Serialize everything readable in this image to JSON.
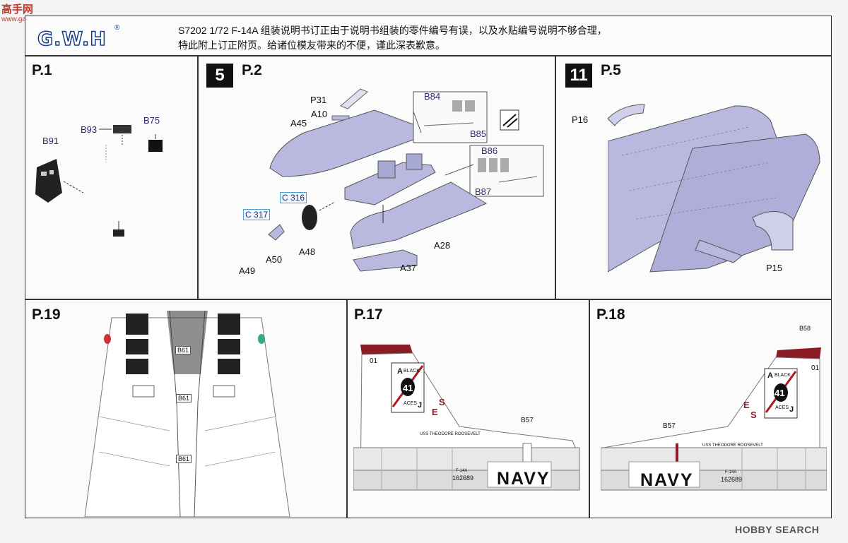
{
  "watermarks": {
    "top_brand": "高手网",
    "top_url": "www.gaoshou.com",
    "bottom_brand": "HOBBY SEARCH"
  },
  "logo": {
    "text": "G.W.H",
    "registered": "®"
  },
  "header": {
    "line1": "S7202 1/72 F-14A 组装说明书订正由于说明书组装的零件编号有误，以及水贴编号说明不够合理，",
    "line2": "特此附上订正附页。给诸位模友带来的不便，谨此深表歉意。"
  },
  "panels": {
    "p1": {
      "label": "P.1",
      "parts": [
        "B91",
        "B93",
        "B75"
      ]
    },
    "p2": {
      "label": "P.2",
      "step": "5",
      "parts": {
        "p31": "P31",
        "a10": "A10",
        "a45": "A45",
        "b84": "B84",
        "b85": "B85",
        "b86": "B86",
        "b87": "B87",
        "c316": "C 316",
        "c317": "C 317",
        "a50": "A50",
        "a48": "A48",
        "a49": "A49",
        "a28": "A28",
        "a37": "A37"
      }
    },
    "p5": {
      "label": "P.5",
      "step": "11",
      "parts": [
        "P16",
        "P15"
      ]
    },
    "p19": {
      "label": "P.19",
      "decals": [
        "B61",
        "B61",
        "B61"
      ]
    },
    "p17": {
      "label": "P.17",
      "texts": {
        "num": "01",
        "black": "BLACK",
        "ace": "41",
        "aces": "ACES",
        "a": "A",
        "j": "J",
        "s": "S",
        "e": "E",
        "ship": "USS THEODORE ROOSEVELT",
        "b57": "B57",
        "navy": "NAVY",
        "type": "F-14A",
        "serial": "162689"
      }
    },
    "p18": {
      "label": "P.18",
      "texts": {
        "b58": "B58",
        "num": "01",
        "black": "BLACK",
        "ace": "41",
        "aces": "ACES",
        "a": "A",
        "j": "J",
        "e": "E",
        "s": "S",
        "ship": "USS THEODORE ROOSEVELT",
        "b57": "B57",
        "navy": "NAVY",
        "type": "F-14A",
        "serial": "162689"
      }
    }
  },
  "colors": {
    "accent_red": "#8b1b24",
    "part_blue": "#2c2a6e",
    "model_lavender": "#b9b9e0"
  }
}
